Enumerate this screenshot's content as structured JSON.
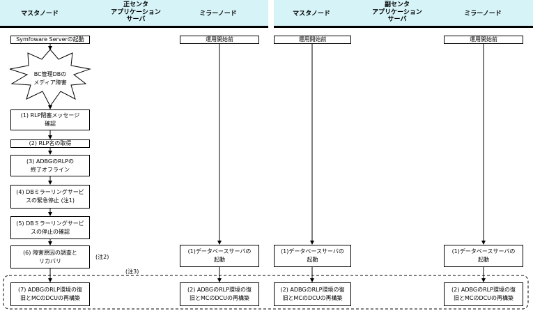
{
  "header": {
    "primary_center": "正センタ",
    "secondary_center": "副センタ",
    "columns": {
      "master": "マスタノード",
      "app_server": "アプリケーション\nサーバ",
      "mirror": "ミラーノード"
    }
  },
  "primary_master_steps": {
    "start": "Symfoware Serverの起動",
    "failure": "BC管理DBの\nメディア障害",
    "s1": "(1) RLP閉塞メッセージ\n確認",
    "s2": "(2) RLP名の取得",
    "s3": "(3) ADBGのRLPの\n終了オフライン",
    "s4": "(4) DBミラーリングサービ\nスの緊急停止 (注1)",
    "s5": "(5) DBミラーリングサービ\nスの停止の確認",
    "s6": "(6) 障害原因の調査と\nリカバリ",
    "s7": "(7) ADBGのRLP環境の復\n旧とMCのDCUの再構築"
  },
  "notes": {
    "n2": "(注2)",
    "n3": "(注3)"
  },
  "other_nodes": {
    "before_operation": "運用開始前",
    "db_server_start": "(1)データベースサーバの\n起動",
    "restore_rebuild": "(2) ADBGのRLP環境の復\n旧とMCのDCUの再構築"
  }
}
